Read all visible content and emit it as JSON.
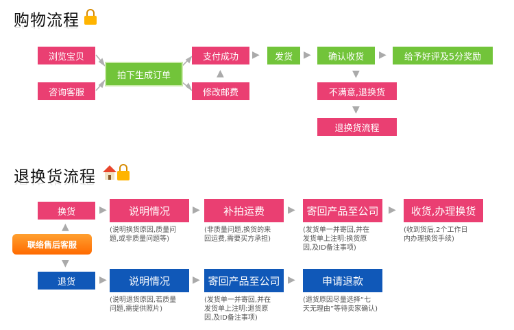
{
  "section1": {
    "title": "购物流程",
    "icon": "lock-bag-icon",
    "steps": {
      "browse": "浏览宝贝",
      "consult": "咨询客服",
      "order": "拍下生成订单",
      "paid": "支付成功",
      "edit_postage": "修改邮费",
      "ship": "发货",
      "confirm": "确认收货",
      "review": "给予好评及5分奖励",
      "unhappy": "不满意,退换货",
      "return_flow": "退换货流程"
    }
  },
  "section2": {
    "title": "退换货流程",
    "icon": "house-bag-icon",
    "exchange_row": {
      "start": "换货",
      "explain": "说明情况",
      "explain_note": "(说明换货原因,质量问\n题,或非质量问题等)",
      "pay_shipping": "补拍运费",
      "pay_shipping_note": "(非质量问题,换货的来\n回运费,需要买方承担)",
      "send_back": "寄回产品至公司",
      "send_back_note": "(发货单一并寄回,并在\n发货单上注明:换货原\n因,及ID备注事项)",
      "receive": "收货,办理换货",
      "receive_note": "(收到货后,2个工作日\n内办理换货手续)"
    },
    "contact": "联络售后客服",
    "refund_row": {
      "start": "退货",
      "explain": "说明情况",
      "explain_note": "(说明退货原因,若质量\n问题,需提供照片)",
      "send_back": "寄回产品至公司",
      "send_back_note": "(发货单一并寄回,并在\n发货单上注明:退货原\n因,及ID备注事项)",
      "apply": "申请退款",
      "apply_note": "(退货原因尽量选择“七\n天无理由”等待卖家确认)"
    }
  },
  "colors": {
    "pink": "#ea3f72",
    "green": "#72c43a",
    "blue": "#1058b8",
    "orange": "#ff8a1a",
    "arrow_gray": "#aaaaaa"
  }
}
